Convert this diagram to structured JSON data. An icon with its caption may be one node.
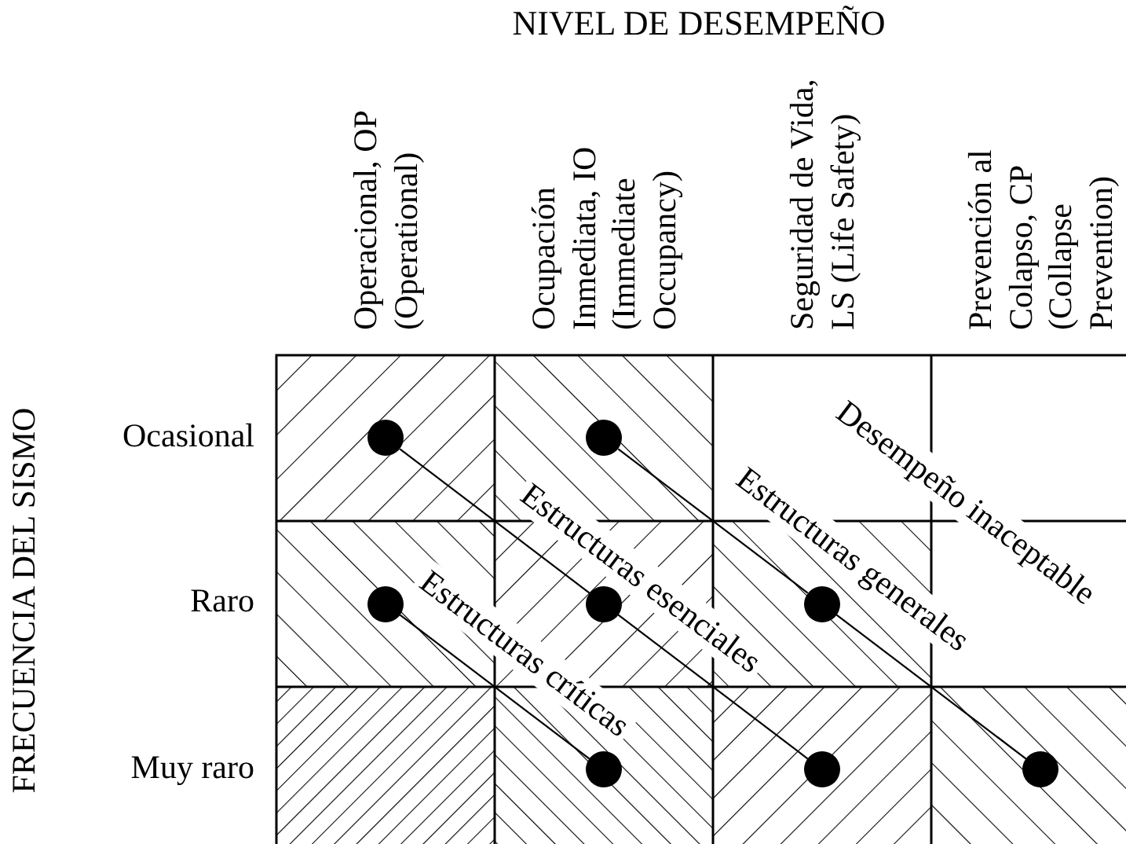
{
  "diagram": {
    "title": "NIVEL DE DESEMPEÑO",
    "nodes": [
      {
        "text": [],
        "shape": "circle"
      },
      {
        "text": [],
        "shape": "circle"
      },
      {
        "text": [],
        "shape": "circle"
      },
      {
        "text": [],
        "shape": "circle"
      },
      {
        "text": [],
        "shape": "circle"
      },
      {
        "text": [],
        "shape": "circle"
      },
      {
        "text": [],
        "shape": "circle"
      },
      {
        "text": [],
        "shape": "circle"
      }
    ],
    "edges": [
      {
        "from": 0,
        "to": 3,
        "arrow": "none"
      },
      {
        "from": 3,
        "to": 6,
        "arrow": "none"
      },
      {
        "from": 2,
        "to": 5,
        "arrow": "none"
      },
      {
        "from": 1,
        "to": 4,
        "arrow": "none"
      },
      {
        "from": 4,
        "to": 7,
        "arrow": "none"
      }
    ],
    "labels": [
      "Operacional, OP (Operational)",
      "Ocupación Inmediata, IO (Immediate Occupancy)",
      "Seguridad de Vida, LS (Life Safety)",
      "Prevención al Colapso, CP (Collapse Prevention)",
      "Ocasional",
      "Raro",
      "Muy raro",
      "FRECUENCIA DEL SISMO",
      "Estructuras esenciales",
      "Estructuras críticas",
      "Estructuras generales",
      "Desempeño inaceptable"
    ]
  }
}
